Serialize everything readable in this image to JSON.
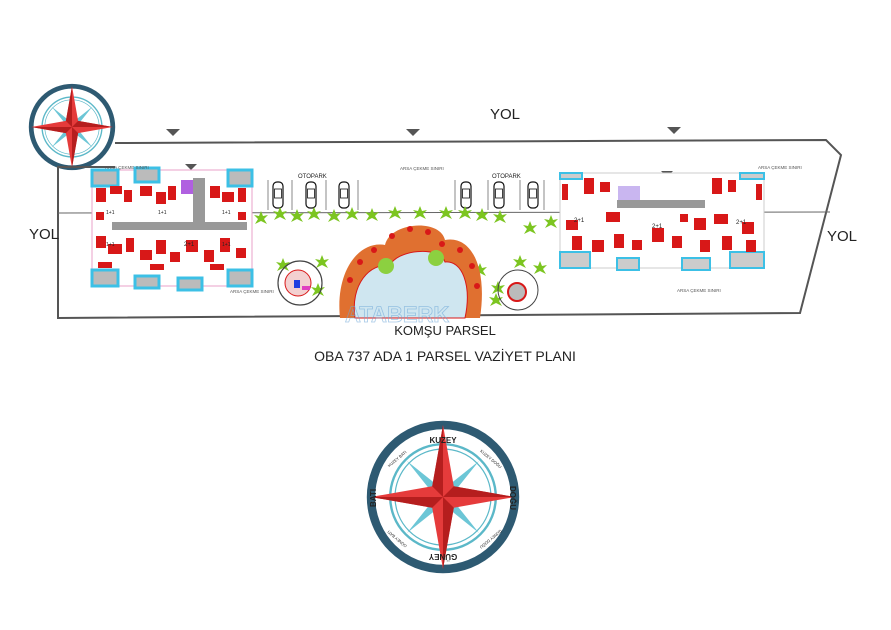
{
  "plan": {
    "road_top": "YOL",
    "road_left": "YOL",
    "road_right": "YOL",
    "parking_left": "OTOPARK",
    "parking_right": "OTOPARK",
    "setback_labels": [
      "ARSA ÇEKME SINIRI",
      "ARSA ÇEKME SINIRI",
      "ARSA ÇEKME SINIRI",
      "ARSA ÇEKME SINIRI",
      "ARSA ÇEKME SINIRI"
    ],
    "neighbor": "KOMŞU PARSEL",
    "title": "OBA 737 ADA 1 PARSEL VAZİYET PLANI",
    "units_left": [
      "1+1",
      "1+1",
      "1+1",
      "1+1",
      "2+1",
      "1+1"
    ],
    "units_right": [
      "2+1",
      "2+1",
      "2+1"
    ]
  },
  "watermark": "ATABERK",
  "compass": {
    "north": "KUZEY",
    "east": "DOĞU",
    "south": "GÜNEY",
    "west": "BATI",
    "northwest": "KUZEY BATI",
    "northeast": "KUZEY DOĞU",
    "southwest": "GÜNEY BATI",
    "southeast": "GÜNEY DOĞU"
  },
  "colors": {
    "star": "#e03030",
    "ring": "#2e5a72",
    "ring_inner": "#5bb8c8",
    "furniture": "#d81818",
    "balcony": "#3cc0e6",
    "tree": "#7cc520",
    "deck": "#e07030"
  }
}
